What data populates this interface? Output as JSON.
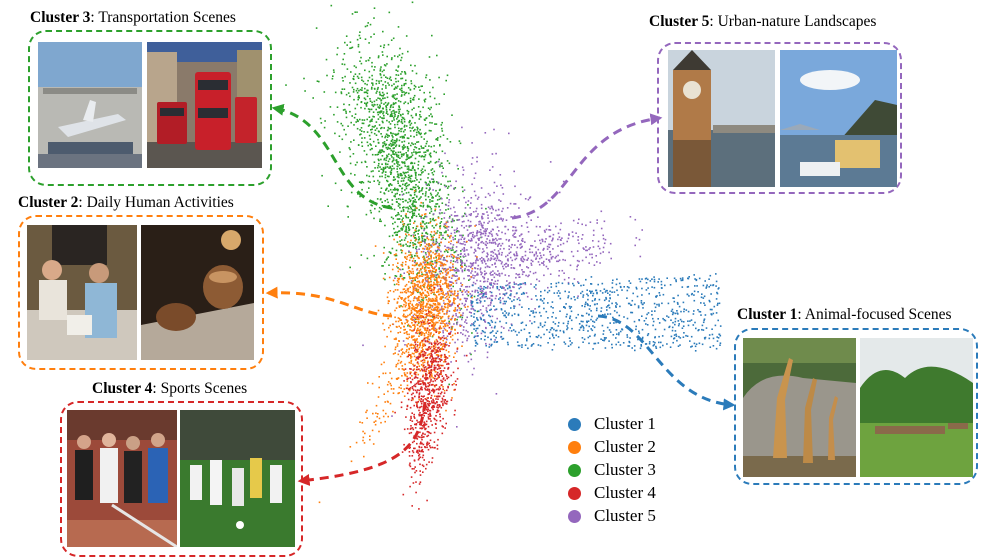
{
  "colors": {
    "cluster1": "#2b7bba",
    "cluster2": "#ff7f0e",
    "cluster3": "#2ca02c",
    "cluster4": "#d62728",
    "cluster5": "#9467bd"
  },
  "clusters": {
    "c3": {
      "name": "Cluster 3",
      "desc": ": Transportation Scenes"
    },
    "c2": {
      "name": "Cluster 2",
      "desc": ": Daily Human Activities"
    },
    "c4": {
      "name": "Cluster 4",
      "desc": ": Sports Scenes"
    },
    "c5": {
      "name": "Cluster 5",
      "desc": ": Urban-nature Landscapes"
    },
    "c1": {
      "name": "Cluster 1",
      "desc": ": Animal-focused Scenes"
    }
  },
  "legend": [
    "Cluster 1",
    "Cluster 2",
    "Cluster 3",
    "Cluster 4",
    "Cluster 5"
  ],
  "images": {
    "c3": [
      "airport-tarmac-photo",
      "double-decker-bus-street-photo"
    ],
    "c2": [
      "friends-on-couch-photo",
      "dessert-plate-photo"
    ],
    "c4": [
      "tennis-players-group-photo",
      "soccer-match-photo"
    ],
    "c5": [
      "clock-tower-river-photo",
      "lakeside-town-mountain-photo"
    ],
    "c1": [
      "giraffes-rocks-photo",
      "grassland-herd-photo"
    ]
  }
}
